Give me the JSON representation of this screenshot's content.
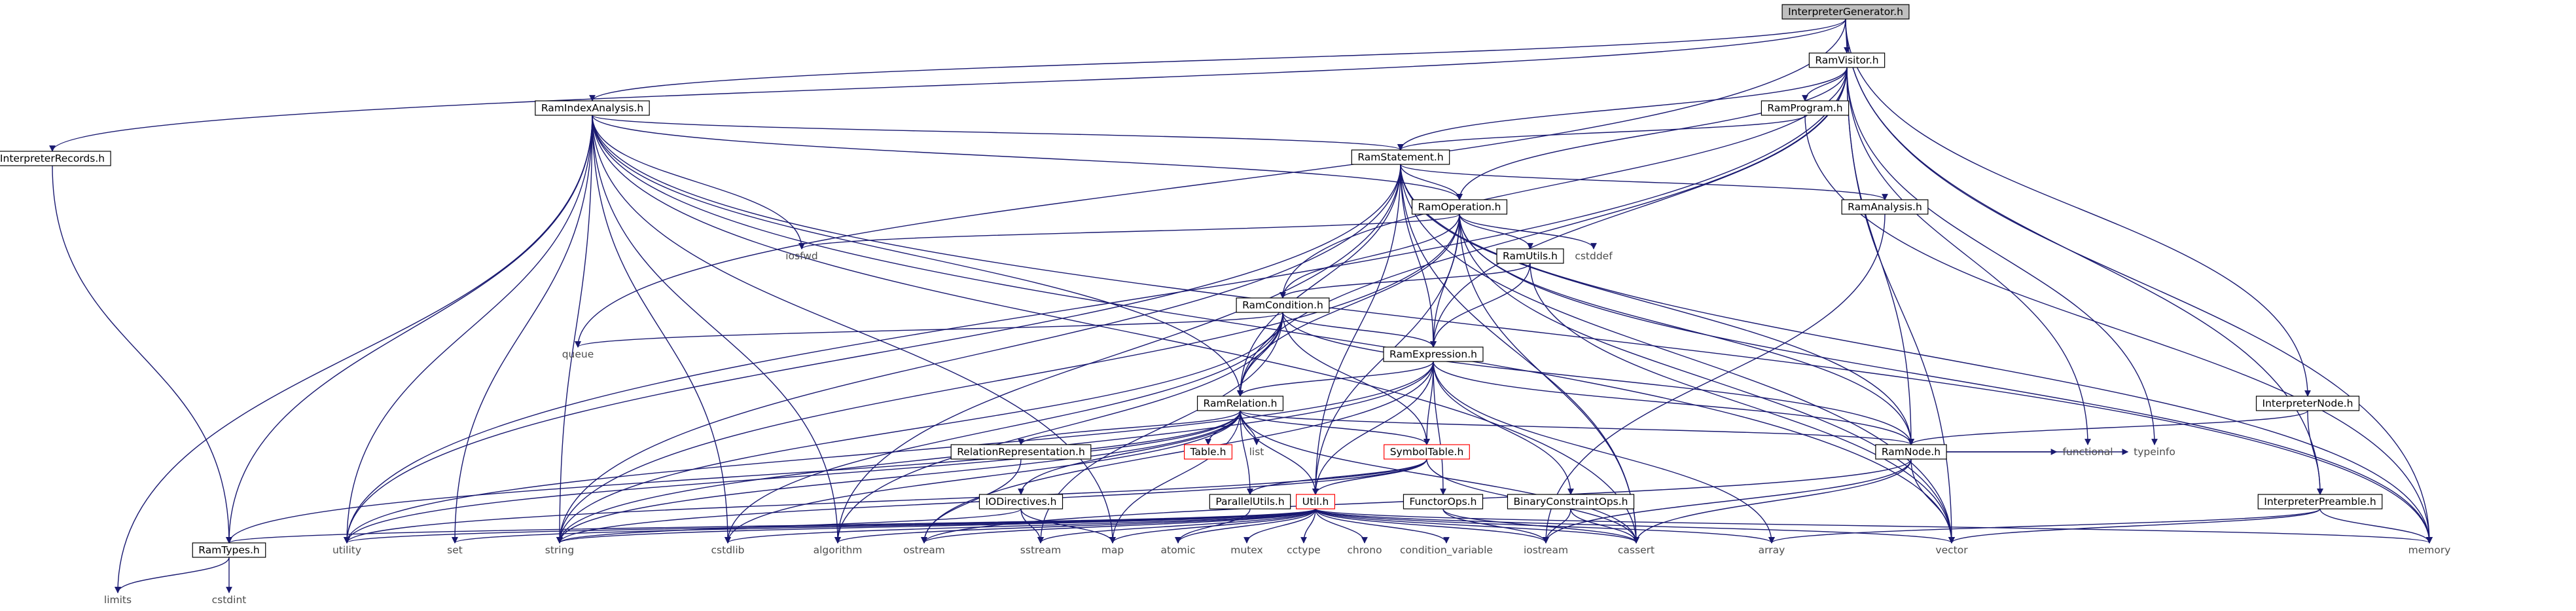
{
  "diagram": {
    "nodes": [
      {
        "id": "n0",
        "label": "InterpreterGenerator.h",
        "style": "root"
      },
      {
        "id": "n1",
        "label": "InterpreterRecords.h",
        "style": "box"
      },
      {
        "id": "n2",
        "label": "RamIndexAnalysis.h",
        "style": "box"
      },
      {
        "id": "n3",
        "label": "RamVisitor.h",
        "style": "box"
      },
      {
        "id": "n4",
        "label": "RamProgram.h",
        "style": "box"
      },
      {
        "id": "n5",
        "label": "RamStatement.h",
        "style": "box"
      },
      {
        "id": "n6",
        "label": "RamOperation.h",
        "style": "box"
      },
      {
        "id": "n7",
        "label": "RamAnalysis.h",
        "style": "box"
      },
      {
        "id": "n8",
        "label": "RamUtils.h",
        "style": "box"
      },
      {
        "id": "n9",
        "label": "RamCondition.h",
        "style": "box"
      },
      {
        "id": "n10",
        "label": "RamExpression.h",
        "style": "box"
      },
      {
        "id": "n11",
        "label": "RamRelation.h",
        "style": "box"
      },
      {
        "id": "n12",
        "label": "RamNode.h",
        "style": "box"
      },
      {
        "id": "n13",
        "label": "SymbolTable.h",
        "style": "red"
      },
      {
        "id": "n14",
        "label": "Table.h",
        "style": "red"
      },
      {
        "id": "n15",
        "label": "RelationRepresentation.h",
        "style": "box"
      },
      {
        "id": "n16",
        "label": "IODirectives.h",
        "style": "box"
      },
      {
        "id": "n17",
        "label": "ParallelUtils.h",
        "style": "box"
      },
      {
        "id": "n18",
        "label": "Util.h",
        "style": "red"
      },
      {
        "id": "n19",
        "label": "FunctorOps.h",
        "style": "box"
      },
      {
        "id": "n20",
        "label": "BinaryConstraintOps.h",
        "style": "box"
      },
      {
        "id": "n21",
        "label": "InterpreterNode.h",
        "style": "box"
      },
      {
        "id": "n22",
        "label": "InterpreterPreamble.h",
        "style": "box"
      },
      {
        "id": "n23",
        "label": "RamTypes.h",
        "style": "box"
      },
      {
        "id": "e0",
        "label": "limits",
        "style": "ext"
      },
      {
        "id": "e1",
        "label": "cstdint",
        "style": "ext"
      },
      {
        "id": "e2",
        "label": "utility",
        "style": "ext"
      },
      {
        "id": "e3",
        "label": "set",
        "style": "ext"
      },
      {
        "id": "e4",
        "label": "string",
        "style": "ext"
      },
      {
        "id": "e5",
        "label": "cstdlib",
        "style": "ext"
      },
      {
        "id": "e6",
        "label": "algorithm",
        "style": "ext"
      },
      {
        "id": "e7",
        "label": "ostream",
        "style": "ext"
      },
      {
        "id": "e8",
        "label": "sstream",
        "style": "ext"
      },
      {
        "id": "e9",
        "label": "map",
        "style": "ext"
      },
      {
        "id": "e10",
        "label": "atomic",
        "style": "ext"
      },
      {
        "id": "e11",
        "label": "mutex",
        "style": "ext"
      },
      {
        "id": "e12",
        "label": "cctype",
        "style": "ext"
      },
      {
        "id": "e13",
        "label": "chrono",
        "style": "ext"
      },
      {
        "id": "e14",
        "label": "condition_variable",
        "style": "ext"
      },
      {
        "id": "e15",
        "label": "iostream",
        "style": "ext"
      },
      {
        "id": "e16",
        "label": "cassert",
        "style": "ext"
      },
      {
        "id": "e17",
        "label": "array",
        "style": "ext"
      },
      {
        "id": "e18",
        "label": "vector",
        "style": "ext"
      },
      {
        "id": "e19",
        "label": "memory",
        "style": "ext"
      },
      {
        "id": "e20",
        "label": "functional",
        "style": "ext"
      },
      {
        "id": "e21",
        "label": "typeinfo",
        "style": "ext"
      },
      {
        "id": "e22",
        "label": "iosfwd",
        "style": "ext"
      },
      {
        "id": "e23",
        "label": "cstddef",
        "style": "ext"
      },
      {
        "id": "e24",
        "label": "queue",
        "style": "ext"
      },
      {
        "id": "e25",
        "label": "list",
        "style": "ext"
      }
    ],
    "edges": [
      [
        "n0",
        "n1"
      ],
      [
        "n0",
        "n2"
      ],
      [
        "n0",
        "n3"
      ],
      [
        "n0",
        "n21"
      ],
      [
        "n0",
        "n22"
      ],
      [
        "n0",
        "e19"
      ],
      [
        "n0",
        "e24"
      ],
      [
        "n1",
        "n23"
      ],
      [
        "n2",
        "n5"
      ],
      [
        "n2",
        "n6"
      ],
      [
        "n2",
        "n11"
      ],
      [
        "n2",
        "n23"
      ],
      [
        "n2",
        "e0"
      ],
      [
        "n2",
        "e2"
      ],
      [
        "n2",
        "e3"
      ],
      [
        "n2",
        "e4"
      ],
      [
        "n2",
        "e5"
      ],
      [
        "n2",
        "e6"
      ],
      [
        "n2",
        "e9"
      ],
      [
        "n2",
        "e18"
      ],
      [
        "n2",
        "e22"
      ],
      [
        "n2",
        "e19"
      ],
      [
        "n2",
        "e16"
      ],
      [
        "n3",
        "n4"
      ],
      [
        "n3",
        "n5"
      ],
      [
        "n3",
        "n6"
      ],
      [
        "n3",
        "n9"
      ],
      [
        "n3",
        "n10"
      ],
      [
        "n3",
        "n11"
      ],
      [
        "n3",
        "n12"
      ],
      [
        "n3",
        "e2"
      ],
      [
        "n3",
        "e18"
      ],
      [
        "n3",
        "e21"
      ],
      [
        "n3",
        "e20"
      ],
      [
        "n4",
        "n5"
      ],
      [
        "n4",
        "e19"
      ],
      [
        "n5",
        "n6"
      ],
      [
        "n5",
        "n7"
      ],
      [
        "n5",
        "n10"
      ],
      [
        "n5",
        "n11"
      ],
      [
        "n5",
        "n12"
      ],
      [
        "n5",
        "n18"
      ],
      [
        "n5",
        "e2"
      ],
      [
        "n5",
        "e4"
      ],
      [
        "n5",
        "e6"
      ],
      [
        "n5",
        "e19"
      ],
      [
        "n5",
        "e18"
      ],
      [
        "n5",
        "e16"
      ],
      [
        "n6",
        "n8"
      ],
      [
        "n6",
        "n9"
      ],
      [
        "n6",
        "n10"
      ],
      [
        "n6",
        "n11"
      ],
      [
        "n6",
        "n12"
      ],
      [
        "n6",
        "n18"
      ],
      [
        "n6",
        "e22"
      ],
      [
        "n6",
        "e23"
      ],
      [
        "n6",
        "e4"
      ],
      [
        "n6",
        "e19"
      ],
      [
        "n6",
        "e18"
      ],
      [
        "n6",
        "e16"
      ],
      [
        "n7",
        "e15"
      ],
      [
        "n8",
        "n9"
      ],
      [
        "n8",
        "n10"
      ],
      [
        "n8",
        "e18"
      ],
      [
        "n9",
        "n10"
      ],
      [
        "n9",
        "n11"
      ],
      [
        "n9",
        "n12"
      ],
      [
        "n9",
        "n13"
      ],
      [
        "n9",
        "e24"
      ],
      [
        "n9",
        "e4"
      ],
      [
        "n9",
        "e5"
      ],
      [
        "n9",
        "e6"
      ],
      [
        "n9",
        "e8"
      ],
      [
        "n10",
        "n11"
      ],
      [
        "n10",
        "n12"
      ],
      [
        "n10",
        "n13"
      ],
      [
        "n10",
        "n18"
      ],
      [
        "n10",
        "n19"
      ],
      [
        "n10",
        "n20"
      ],
      [
        "n10",
        "e2"
      ],
      [
        "n10",
        "e4"
      ],
      [
        "n10",
        "e17"
      ],
      [
        "n10",
        "e7"
      ],
      [
        "n11",
        "n12"
      ],
      [
        "n11",
        "n13"
      ],
      [
        "n11",
        "n14"
      ],
      [
        "n11",
        "n15"
      ],
      [
        "n11",
        "n16"
      ],
      [
        "n11",
        "n17"
      ],
      [
        "n11",
        "n18"
      ],
      [
        "n11",
        "n23"
      ],
      [
        "n11",
        "e25"
      ],
      [
        "n11",
        "e2"
      ],
      [
        "n11",
        "e4"
      ],
      [
        "n11",
        "e5"
      ],
      [
        "n11",
        "e9"
      ],
      [
        "n11",
        "e16"
      ],
      [
        "n12",
        "e18"
      ],
      [
        "n12",
        "e16"
      ],
      [
        "n12",
        "e21"
      ],
      [
        "n12",
        "e20"
      ],
      [
        "n12",
        "e7"
      ],
      [
        "n12",
        "e15"
      ],
      [
        "n13",
        "n17"
      ],
      [
        "n13",
        "n18"
      ],
      [
        "n13",
        "e2"
      ],
      [
        "n13",
        "e4"
      ],
      [
        "n13",
        "e16"
      ],
      [
        "n15",
        "e7"
      ],
      [
        "n16",
        "e4"
      ],
      [
        "n16",
        "e8"
      ],
      [
        "n16",
        "e9"
      ],
      [
        "n17",
        "e10"
      ],
      [
        "n18",
        "n23"
      ],
      [
        "n18",
        "e2"
      ],
      [
        "n18",
        "e3"
      ],
      [
        "n18",
        "e4"
      ],
      [
        "n18",
        "e5"
      ],
      [
        "n18",
        "e6"
      ],
      [
        "n18",
        "e7"
      ],
      [
        "n18",
        "e8"
      ],
      [
        "n18",
        "e9"
      ],
      [
        "n18",
        "e10"
      ],
      [
        "n18",
        "e11"
      ],
      [
        "n18",
        "e12"
      ],
      [
        "n18",
        "e13"
      ],
      [
        "n18",
        "e14"
      ],
      [
        "n18",
        "e15"
      ],
      [
        "n18",
        "e16"
      ],
      [
        "n18",
        "e17"
      ],
      [
        "n18",
        "e18"
      ],
      [
        "n18",
        "e19"
      ],
      [
        "n19",
        "e15"
      ],
      [
        "n19",
        "e16"
      ],
      [
        "n20",
        "e15"
      ],
      [
        "n20",
        "e16"
      ],
      [
        "n21",
        "n12"
      ],
      [
        "n21",
        "n22"
      ],
      [
        "n22",
        "e18"
      ],
      [
        "n22",
        "e19"
      ],
      [
        "n22",
        "e17"
      ],
      [
        "n23",
        "e0"
      ],
      [
        "n23",
        "e1"
      ]
    ]
  }
}
